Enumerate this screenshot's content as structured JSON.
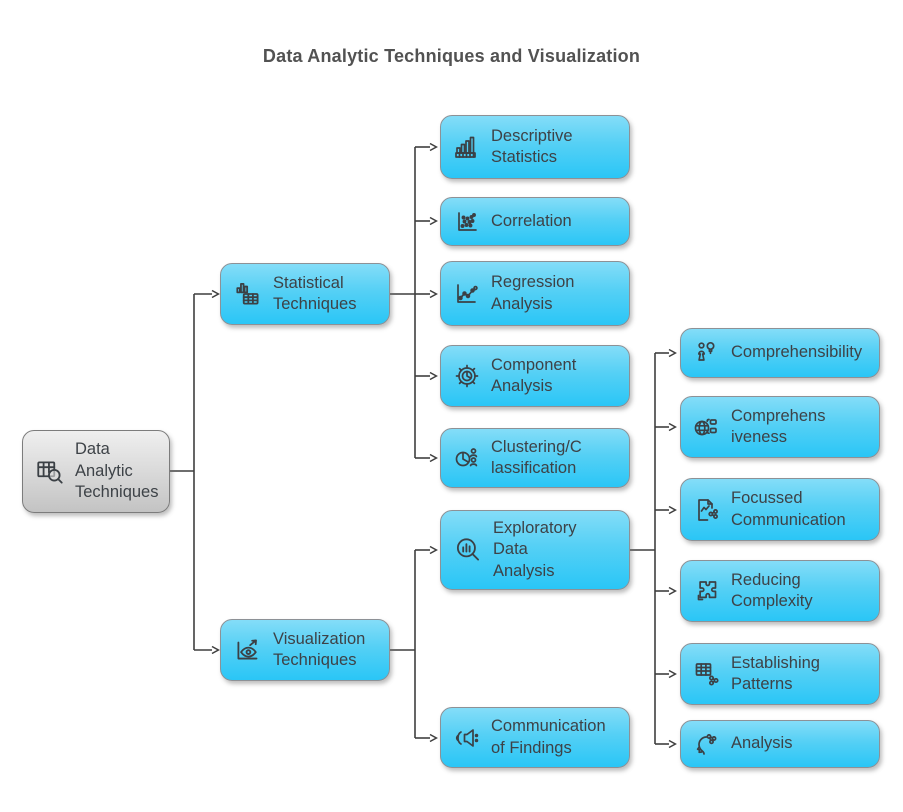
{
  "title": "Data Analytic Techniques and Visualization",
  "colors": {
    "node_fill_top": "#84ddf8",
    "node_fill_bottom": "#2ac6f6",
    "root_fill_top": "#efefef",
    "root_fill_bottom": "#c3c3c3",
    "node_border": "#8d9196",
    "connector_line": "#3f3f3f",
    "node_text": "#3d4247",
    "title_text": "#525252"
  },
  "nodes": {
    "root": {
      "label": "Data Analytic Techniques",
      "icon": "table-search-icon"
    },
    "statistical": {
      "label": "Statistical Techniques",
      "icon": "bar-chart-table-icon"
    },
    "visualization": {
      "label": "Visualization Techniques",
      "icon": "eye-chart-icon"
    },
    "descriptive": {
      "label": "Descriptive Statistics",
      "icon": "ascending-bar-chart-icon"
    },
    "correlation": {
      "label": "Correlation",
      "icon": "scatter-plot-icon"
    },
    "regression": {
      "label": "Regression Analysis",
      "icon": "line-chart-points-icon"
    },
    "component": {
      "label": "Component Analysis",
      "icon": "gear-pie-icon"
    },
    "clustering": {
      "label": "Clustering/Classification",
      "icon": "pie-people-icon"
    },
    "eda": {
      "label": "Exploratory Data Analysis",
      "icon": "magnifier-bar-chart-icon"
    },
    "communication": {
      "label": "Communication of Findings",
      "icon": "megaphone-icon"
    },
    "comprehensibility": {
      "label": "Comprehensibility",
      "icon": "person-bulb-icon"
    },
    "comprehensiveness": {
      "label": "Comprehensiveness",
      "icon": "globe-list-icon"
    },
    "focussed": {
      "label": "Focussed Communication",
      "icon": "document-chart-share-icon"
    },
    "reducing": {
      "label": "Reducing Complexity",
      "icon": "puzzle-icon"
    },
    "establishing": {
      "label": "Establishing Patterns",
      "icon": "table-network-icon"
    },
    "analysis": {
      "label": "Analysis",
      "icon": "head-network-icon"
    }
  },
  "edges": [
    [
      "Data Analytic Techniques",
      "Statistical Techniques"
    ],
    [
      "Data Analytic Techniques",
      "Visualization Techniques"
    ],
    [
      "Statistical Techniques",
      "Descriptive Statistics"
    ],
    [
      "Statistical Techniques",
      "Correlation"
    ],
    [
      "Statistical Techniques",
      "Regression Analysis"
    ],
    [
      "Statistical Techniques",
      "Component Analysis"
    ],
    [
      "Statistical Techniques",
      "Clustering/Classification"
    ],
    [
      "Visualization Techniques",
      "Exploratory Data Analysis"
    ],
    [
      "Visualization Techniques",
      "Communication of Findings"
    ],
    [
      "Exploratory Data Analysis",
      "Comprehensibility"
    ],
    [
      "Exploratory Data Analysis",
      "Comprehensiveness"
    ],
    [
      "Exploratory Data Analysis",
      "Focussed Communication"
    ],
    [
      "Exploratory Data Analysis",
      "Reducing Complexity"
    ],
    [
      "Exploratory Data Analysis",
      "Establishing Patterns"
    ],
    [
      "Exploratory Data Analysis",
      "Analysis"
    ]
  ]
}
